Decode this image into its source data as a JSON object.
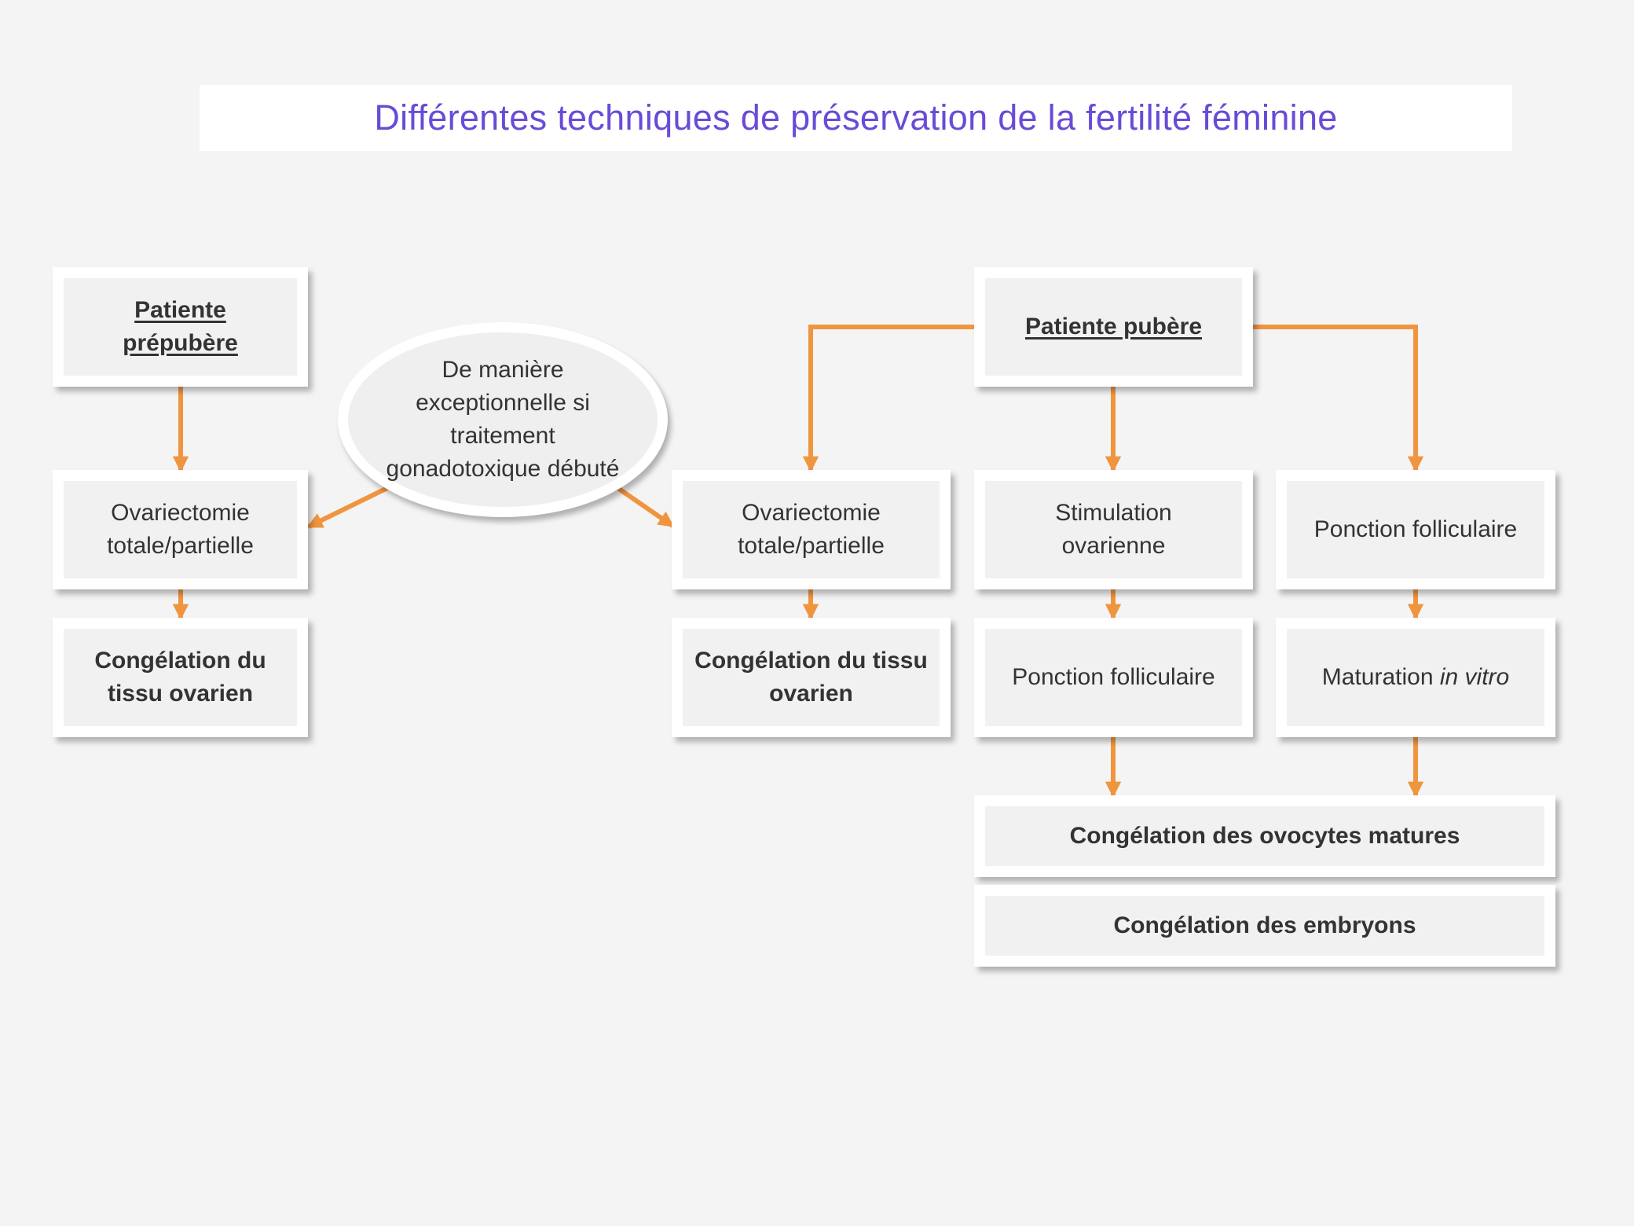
{
  "title": "Différentes techniques de préservation de la fertilité féminine",
  "colors": {
    "title": "#6a4bd6",
    "arrow": "#f0953f",
    "background": "#f4f4f4",
    "box_fill": "#f1f1f1",
    "box_border": "#ffffff",
    "text": "#333333"
  },
  "left_branch": {
    "patient_label": "Patiente prépubère",
    "ovariectomy": "Ovariectomie totale/partielle",
    "freezing": "Congélation du tissu ovarien"
  },
  "exception_note": "De manière exceptionnelle si traitement gonadotoxique débuté",
  "right_branch": {
    "patient_label": "Patiente pubère",
    "ovariectomy": "Ovariectomie totale/partielle",
    "tissue_freezing": "Congélation du tissu ovarien",
    "stimulation": "Stimulation ovarienne",
    "puncture_after_stimulation": "Ponction folliculaire",
    "puncture_direct": "Ponction folliculaire",
    "maturation_prefix": "Maturation ",
    "maturation_italic": "in vitro",
    "oocyte_freezing": "Congélation des ovocytes matures",
    "embryo_freezing": "Congélation des embryons"
  }
}
